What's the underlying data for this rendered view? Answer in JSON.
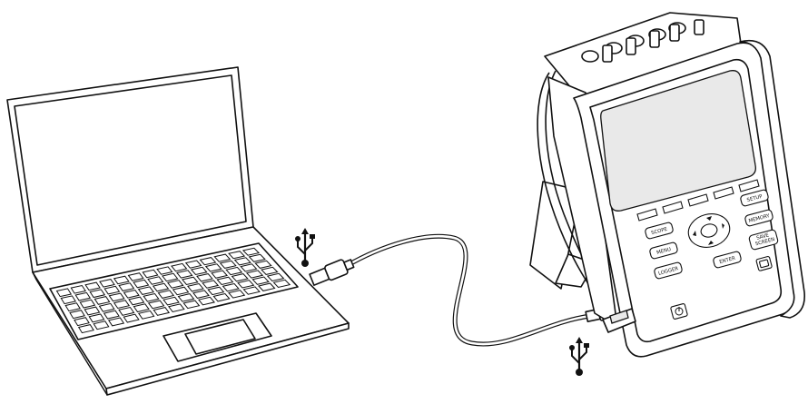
{
  "analyzer": {
    "buttons": {
      "scope": "SCOPE",
      "menu": "MENU",
      "logger": "LOGGER",
      "enter": "ENTER",
      "setup": "SETUP",
      "memory": "MEMORY",
      "save": "SAVE",
      "screen": "SCREEN"
    }
  },
  "icons": {
    "usb_laptop": "usb-icon",
    "usb_analyzer": "usb-icon"
  }
}
